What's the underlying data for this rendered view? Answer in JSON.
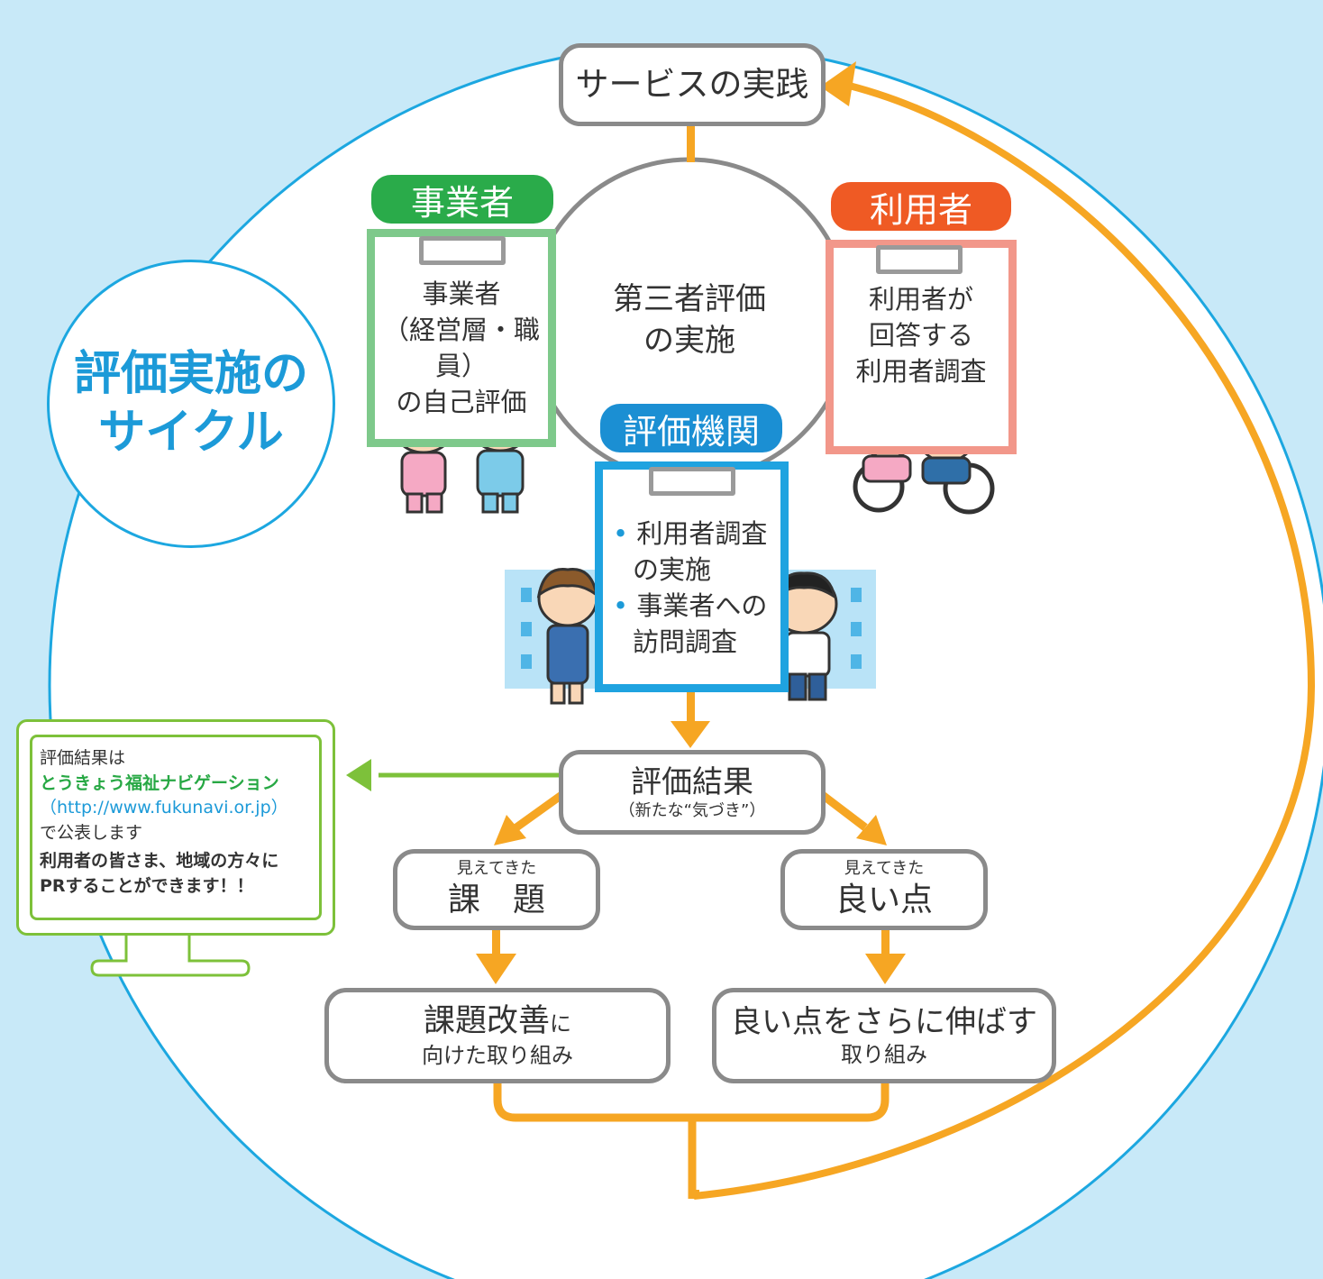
{
  "cycle_title": {
    "line1": "評価実施の",
    "line2": "サイクル"
  },
  "service": "サービスの実践",
  "center": {
    "line1": "第三者評価",
    "line2": "の実施"
  },
  "provider": {
    "label": "事業者",
    "lines": [
      "事業者",
      "（経営層・職員）",
      "の自己評価"
    ]
  },
  "user": {
    "label": "利用者",
    "lines": [
      "利用者が",
      "回答する",
      "利用者調査"
    ]
  },
  "agency": {
    "label": "評価機関",
    "items": [
      {
        "lines": [
          "利用者調査",
          "の実施"
        ]
      },
      {
        "lines": [
          "事業者への",
          "訪問調査"
        ]
      }
    ]
  },
  "result": {
    "title": "評価結果",
    "sub": "（新たな“気づき”）"
  },
  "issues": {
    "small": "見えてきた",
    "main": "課　題"
  },
  "good": {
    "small": "見えてきた",
    "main": "良い点"
  },
  "improve": {
    "main": "課題改善",
    "suffix": "に",
    "sub": "向けた取り組み"
  },
  "extend": {
    "main": "良い点をさらに伸ばす",
    "sub": "取り組み"
  },
  "monitor": {
    "line1": "評価結果は",
    "site_name": "とうきょう福祉ナビゲーション",
    "url": "（http://www.fukunavi.or.jp）",
    "line3": "で公表します",
    "pr1": "利用者の皆さま、地域の方々に",
    "pr2": "PRすることができます！！"
  },
  "colors": {
    "background": "#c8e9f8",
    "arrow": "#f6a623",
    "provider": "#2aab4a",
    "user": "#ef5a24",
    "agency": "#1b8fd3",
    "cycle_text": "#1c9ad8",
    "monitor": "#7dc13a"
  }
}
